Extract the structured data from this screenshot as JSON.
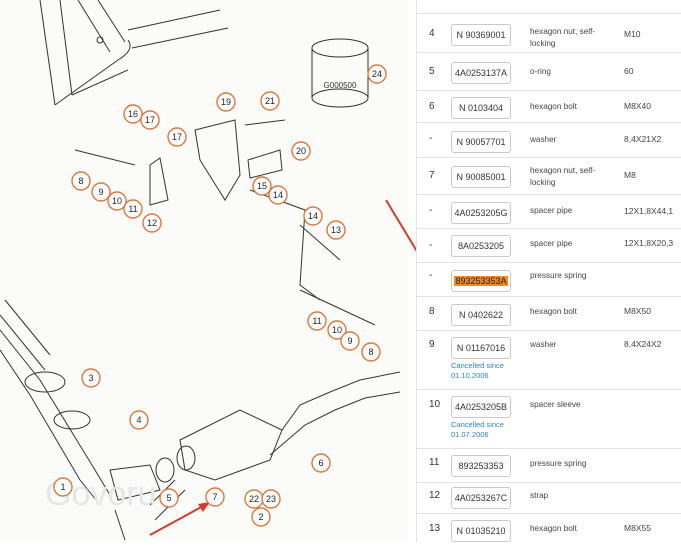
{
  "diagram": {
    "callouts": [
      "24",
      "19",
      "21",
      "16",
      "17",
      "17",
      "20",
      "8",
      "9",
      "10",
      "11",
      "12",
      "15",
      "14",
      "14",
      "13",
      "11",
      "10",
      "9",
      "8",
      "3",
      "4",
      "1",
      "5",
      "7",
      "22",
      "23",
      "2",
      "6"
    ],
    "ring_text": "G000500",
    "watermark": "Govoru"
  },
  "parts": [
    {
      "pos": "4",
      "number": "N 90369001",
      "desc": "hexagon nut, self-locking",
      "spec": "M10"
    },
    {
      "pos": "5",
      "number": "4A0253137A",
      "desc": "o-ring",
      "spec": "60"
    },
    {
      "pos": "6",
      "number": "N 0103404",
      "desc": "hexagon bolt",
      "spec": "M8X40"
    },
    {
      "pos": "-",
      "number": "N 90057701",
      "desc": "washer",
      "spec": "8,4X21X2"
    },
    {
      "pos": "7",
      "number": "N 90085001",
      "desc": "hexagon nut, self-locking",
      "spec": "M8"
    },
    {
      "pos": "-",
      "number": "4A0253205G",
      "desc": "spacer pipe",
      "spec": "12X1,8X44,1"
    },
    {
      "pos": "-",
      "number": "8A0253205",
      "desc": "spacer pipe",
      "spec": "12X1,8X20,3"
    },
    {
      "pos": "-",
      "number": "893253353A",
      "desc": "pressure spring",
      "spec": ""
    },
    {
      "pos": "8",
      "number": "N 0402622",
      "desc": "hexagon bolt",
      "spec": "M8X50"
    },
    {
      "pos": "9",
      "number": "N 01167016",
      "desc": "washer",
      "spec": "8,4X24X2",
      "cancel": "Cancelled since 01.10.2006"
    },
    {
      "pos": "10",
      "number": "4A0253205B",
      "desc": "spacer sleeve",
      "spec": "",
      "cancel": "Cancelled since 01.07.2006"
    },
    {
      "pos": "11",
      "number": "893253353",
      "desc": "pressure spring",
      "spec": ""
    },
    {
      "pos": "12",
      "number": "4A0253267C",
      "desc": "strap",
      "spec": ""
    },
    {
      "pos": "13",
      "number": "N 01035210",
      "desc": "hexagon bolt",
      "spec": "M8X55"
    }
  ],
  "colors": {
    "highlight": "#f08a28",
    "arrow": "#d63a2a",
    "callout_ring": "#e2763a",
    "link": "#2f7fcf"
  }
}
